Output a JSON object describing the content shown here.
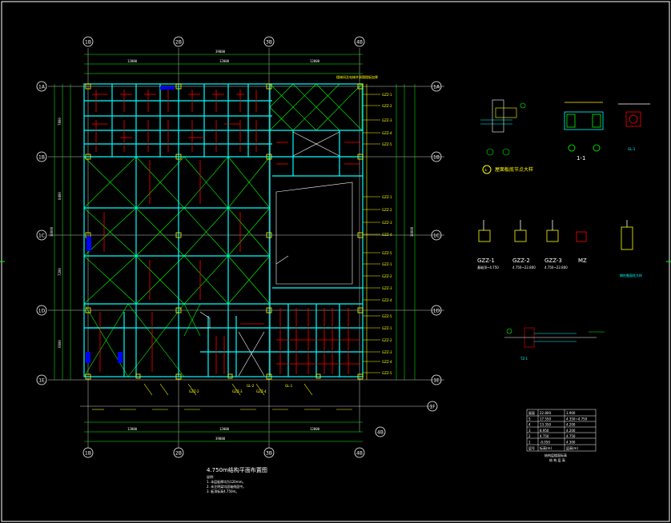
{
  "drawing": {
    "title": "4.750m结构平面布置图",
    "notes": [
      "说明：",
      "1. 本层板厚均为120mm。",
      "2. 未注明梁均居轴线居中。",
      "3. 板顶标高4.750m。"
    ],
    "colors": {
      "background": "#000000",
      "beam": "#00ffff",
      "grid": "#ffffff",
      "slab_hatch": "#00ff00",
      "rebar": "#ff0000",
      "annotation": "#ffff00",
      "column": "#ffff00",
      "special_column": "#0000ff"
    }
  },
  "grid_axes": {
    "columns": [
      "1B",
      "2B",
      "3B",
      "4B"
    ],
    "rows": [
      "1A",
      "1B",
      "1C",
      "1D",
      "1E",
      "1F"
    ]
  },
  "dimensions": {
    "top_overall": "39000",
    "top_segments": [
      "12000",
      "12000",
      "12000"
    ],
    "bottom_overall": "39000",
    "bottom_segments": [
      "12000",
      "12000",
      "12000"
    ],
    "left_overall": "30000",
    "left_segments": [
      "7800",
      "8400",
      "7200",
      "6600"
    ]
  },
  "labels": {
    "zz_tags": [
      "GZZ-1",
      "GZZ-2",
      "GZZ-3",
      "GZZ-4",
      "GZZ-5"
    ],
    "beam_tags": [
      "GL-1",
      "GL-2"
    ],
    "note_yellow": "楼梯间及电梯井周围楼板加厚"
  },
  "details": {
    "section_1_1": "1-1",
    "gl1": "GL-1",
    "callout_1": "①",
    "callout_text": "屋面板底节点大样",
    "gzz1": "GZZ-1",
    "gzz2": "GZZ-2",
    "gzz3": "GZZ-3",
    "mz": "MZ",
    "tz": "TZ-1",
    "extra": "钢柱截面柱大样",
    "gzz1_sub": "基础顶~4.750",
    "gzz2_sub": "4.750~22.800",
    "gzz3_sub": "4.750~22.800"
  },
  "table": {
    "title": "结构层楼面标高",
    "subtitle": "结 构 层 高",
    "rows": [
      [
        "屋面",
        "22.800",
        "3.900"
      ],
      [
        "5",
        "17.550",
        "4.350~4.750"
      ],
      [
        "4",
        "13.350",
        "4.200"
      ],
      [
        "3",
        "8.950",
        "4.200"
      ],
      [
        "2",
        "4.750",
        "4.750"
      ],
      [
        "1",
        "-0.050",
        "4.300"
      ],
      [
        "层号",
        "标高(m)",
        "层高(m)"
      ]
    ]
  }
}
